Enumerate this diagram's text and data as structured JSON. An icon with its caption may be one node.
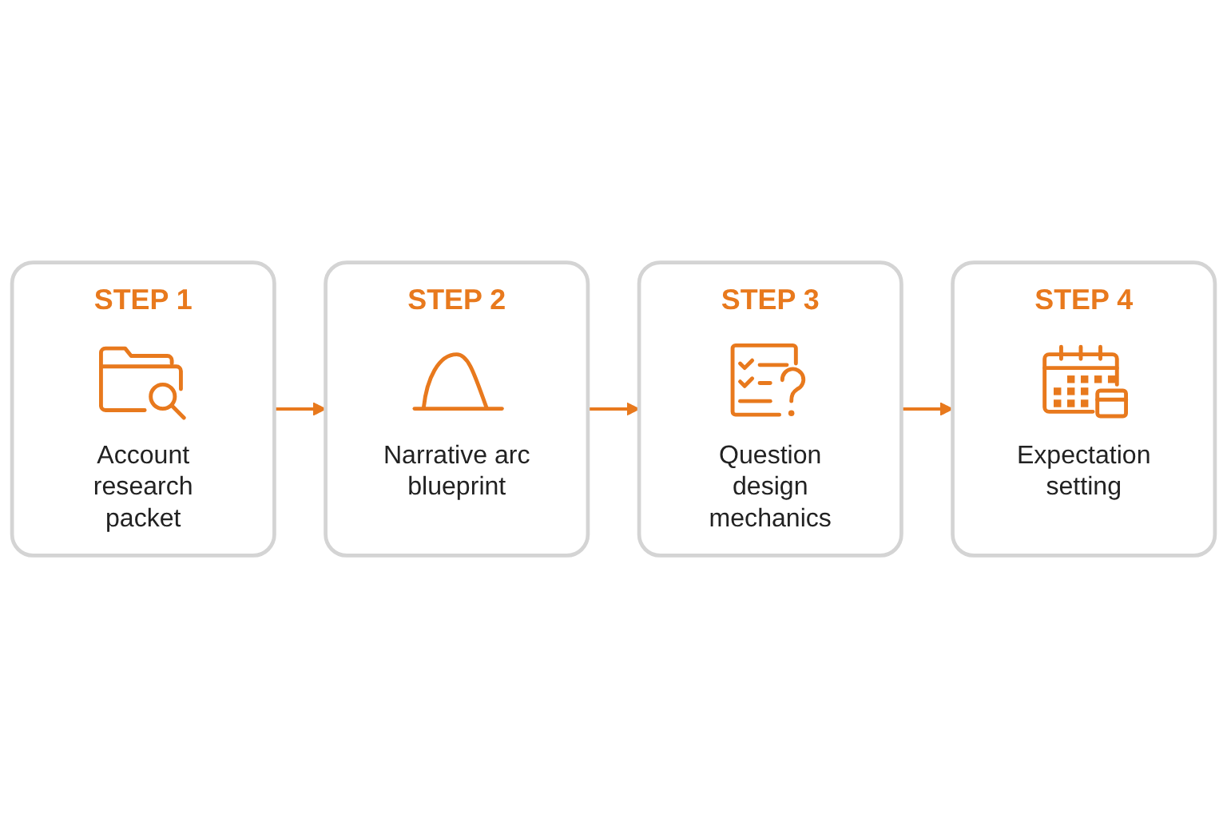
{
  "diagram": {
    "nodes": [
      {
        "text": [
          "STEP 1",
          "Account research packet"
        ]
      },
      {
        "text": [
          "STEP 2",
          "Narrative arc blueprint"
        ]
      },
      {
        "text": [
          "STEP 3",
          "Question design mechanics"
        ]
      },
      {
        "text": [
          "STEP 4",
          "Expectation setting"
        ]
      }
    ],
    "edges": [
      {
        "from": 0,
        "to": 1,
        "arrow": "to"
      },
      {
        "from": 1,
        "to": 2,
        "arrow": "to"
      },
      {
        "from": 2,
        "to": 3,
        "arrow": "to"
      }
    ]
  }
}
